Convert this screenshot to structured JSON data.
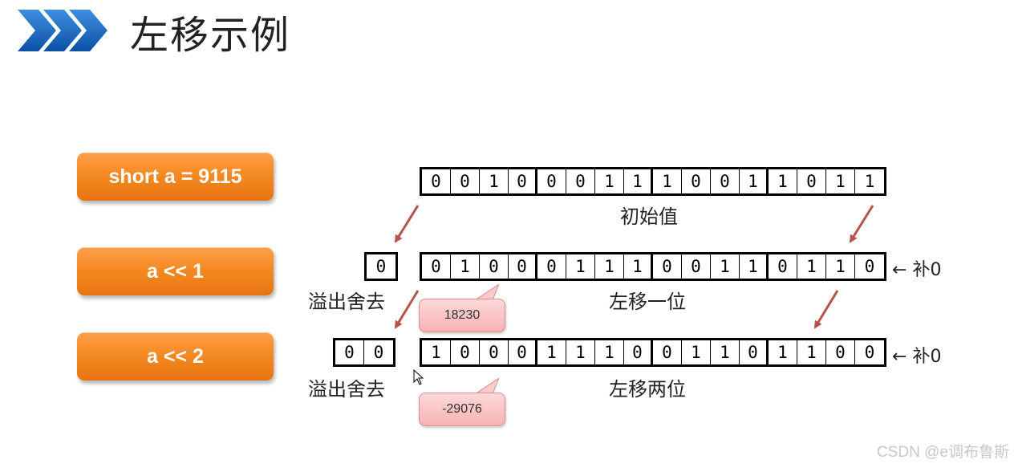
{
  "title": "左移示例",
  "buttons": {
    "initial": "short a = 9115",
    "shift1": "a << 1",
    "shift2": "a << 2"
  },
  "rows": {
    "initial": {
      "bits": [
        "0",
        "0",
        "1",
        "0",
        "0",
        "0",
        "1",
        "1",
        "1",
        "0",
        "0",
        "1",
        "1",
        "0",
        "1",
        "1"
      ],
      "caption": "初始值"
    },
    "shift1": {
      "bits": [
        "0",
        "1",
        "0",
        "0",
        "0",
        "1",
        "1",
        "1",
        "0",
        "0",
        "1",
        "1",
        "0",
        "1",
        "1",
        "0"
      ],
      "caption": "左移一位",
      "overflow": [
        "0"
      ],
      "overflow_caption": "溢出舍去",
      "fill_label": "补0",
      "value": "18230"
    },
    "shift2": {
      "bits": [
        "1",
        "0",
        "0",
        "0",
        "1",
        "1",
        "1",
        "0",
        "0",
        "1",
        "1",
        "0",
        "1",
        "1",
        "0",
        "0"
      ],
      "caption": "左移两位",
      "overflow": [
        "0",
        "0"
      ],
      "overflow_caption": "溢出舍去",
      "fill_label": "补0",
      "value": "-29076"
    }
  },
  "arrow_color": "#b5534d",
  "watermark": "CSDN @e调布鲁斯"
}
